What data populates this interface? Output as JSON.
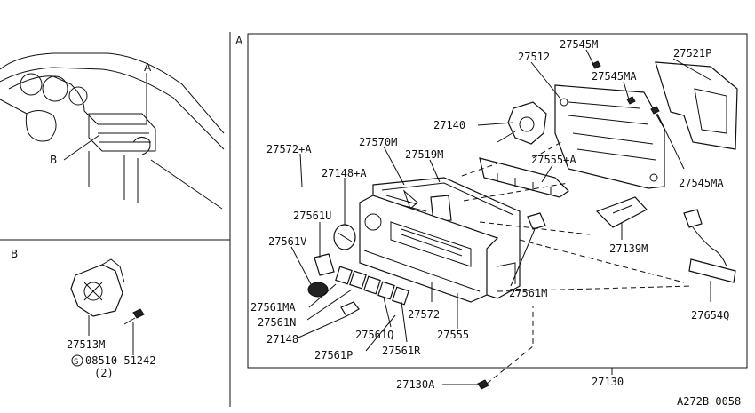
{
  "sections": {
    "a": "A",
    "b": "B"
  },
  "inset": {
    "callout_a": "A",
    "callout_b": "B"
  },
  "labels": {
    "p27545m": "27545M",
    "p27521p": "27521P",
    "p27512": "27512",
    "p27545ma_top": "27545MA",
    "p27140": "27140",
    "p27570m": "27570M",
    "p27572a": "27572+A",
    "p27519m": "27519M",
    "p27555a": "27555+A",
    "p27148a": "27148+A",
    "p27545ma_right": "27545MA",
    "p27561u": "27561U",
    "p27561v": "27561V",
    "p27139m": "27139M",
    "p27561m": "27561M",
    "p27561ma": "27561MA",
    "p27561n": "27561N",
    "p27148": "27148",
    "p27561q": "27561Q",
    "p27572": "27572",
    "p27555": "27555",
    "p27561p": "27561P",
    "p27561r": "27561R",
    "p27654q": "27654Q",
    "p27130a": "27130A",
    "p27130": "27130",
    "p27513m": "27513M",
    "bolt_part": "08510-51242",
    "bolt_qty": "(2)",
    "bolt_prefix": "S"
  },
  "diagram_code": "A272B 0058"
}
